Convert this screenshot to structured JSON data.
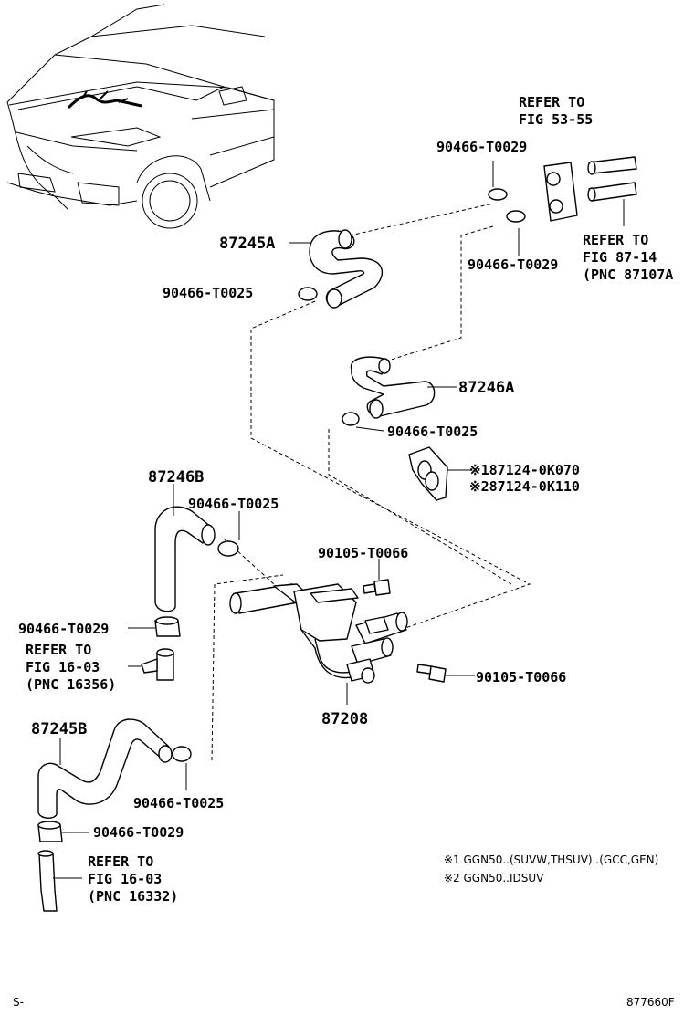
{
  "labels": {
    "refer_fig_53_55_a": "REFER TO",
    "refer_fig_53_55_b": "FIG 53-55",
    "clamp_top_upper": "90466-T0029",
    "clamp_top_lower": "90466-T0029",
    "refer_fig_87_14_a": "REFER TO",
    "refer_fig_87_14_b": "FIG 87-14",
    "refer_fig_87_14_c": "(PNC 87107A",
    "hose_87245a": "87245A",
    "clamp_87245a": "90466-T0025",
    "hose_87246a": "87246A",
    "clamp_87246a": "90466-T0025",
    "grommet_1": "※187124-0K070",
    "grommet_2": "※287124-0K110",
    "hose_87246b": "87246B",
    "clamp_87246b": "90466-T0025",
    "bolt_upper": "90105-T0066",
    "clamp_left_mid": "90466-T0029",
    "refer_fig_16_03_a1": "REFER TO",
    "refer_fig_16_03_a2": "FIG 16-03",
    "refer_fig_16_03_a3": "(PNC 16356)",
    "bolt_lower": "90105-T0066",
    "valve_87208": "87208",
    "hose_87245b": "87245B",
    "clamp_87245b": "90466-T0025",
    "clamp_left_low": "90466-T0029",
    "refer_fig_16_03_b1": "REFER TO",
    "refer_fig_16_03_b2": "FIG 16-03",
    "refer_fig_16_03_b3": "(PNC 16332)",
    "note_1": "※1 GGN50..(SUVW,THSUV)..(GCC,GEN)",
    "note_2": "※2 GGN50..IDSUV",
    "footer_left": "S-",
    "footer_right": "877660F"
  }
}
